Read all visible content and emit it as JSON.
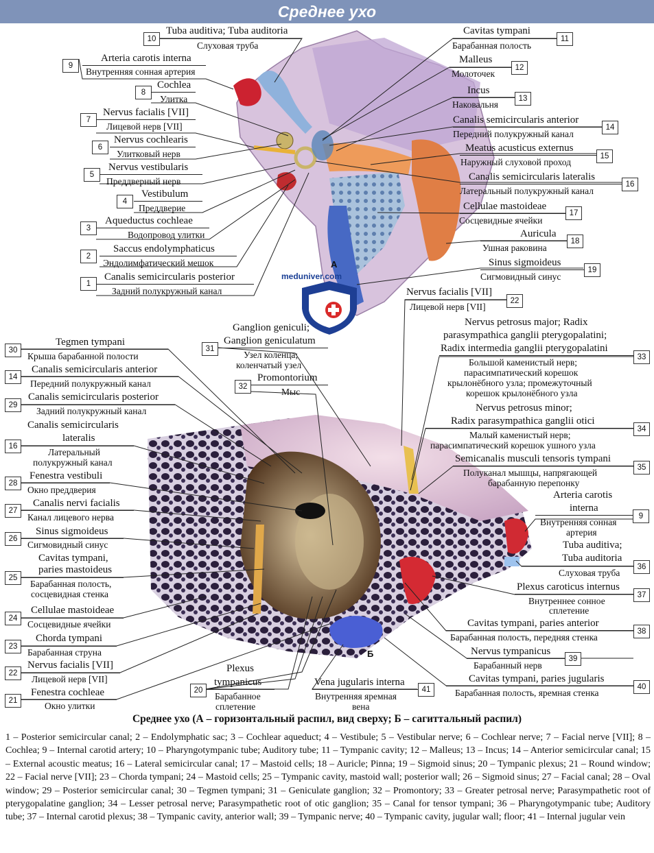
{
  "title": "Среднее ухо",
  "site": "meduniver.com",
  "view_a": "А",
  "view_b": "Б",
  "caption": "Среднее ухо (А – горизонтальный распил, вид сверху; Б – сагиттальный распил)",
  "legend": "1 – Posterior semicircular canal; 2 – Endolymphatic sac; 3 – Cochlear aqueduct; 4 – Vestibule; 5 – Vestibular nerve; 6 – Cochlear nerve; 7 – Facial nerve [VII]; 8 – Cochlea; 9 – Internal carotid artery; 10 – Pharyngotympanic tube; Auditory tube; 11 – Tympanic cavity; 12 – Malleus; 13 – Incus; 14 – Anterior semicircular canal; 15 – External acoustic meatus; 16 – Lateral semicircular canal; 17 – Mastoid cells; 18 – Auricle; Pinna; 19 – Sigmoid sinus; 20 – Tympanic plexus; 21 – Round window; 22 – Facial nerve [VII]; 23 – Chorda tympani; 24 – Mastoid cells; 25 – Tympanic cavity, mastoid wall; posterior wall; 26 – Sigmoid sinus; 27 – Facial canal; 28 – Oval window; 29 – Posterior semicircular canal; 30 – Tegmen tympani; 31 – Geniculate ganglion; 32 – Promontory; 33 – Greater petrosal nerve; Parasympathetic root of pterygopalatine ganglion; 34 – Lesser petrosal nerve; Parasympathetic root of otic ganglion; 35 – Canal for tensor tympani; 36 – Pharyngotympanic tube; Auditory tube; 37 – Internal carotid plexus; 38 – Tympanic cavity, anterior wall; 39 – Tympanic nerve; 40 – Tympanic cavity, jugular wall; floor; 41 – Internal jugular vein",
  "labels": {
    "l10": {
      "num": "10",
      "lat": "Tuba auditiva; Tuba auditoria",
      "ru": "Слуховая труба"
    },
    "l9": {
      "num": "9",
      "lat": "Arteria carotis interna",
      "ru": "Внутренняя сонная артерия"
    },
    "l8": {
      "num": "8",
      "lat": "Cochlea",
      "ru": "Улитка"
    },
    "l7": {
      "num": "7",
      "lat": "Nervus facialis [VII]",
      "ru": "Лицевой нерв [VII]"
    },
    "l6": {
      "num": "6",
      "lat": "Nervus cochlearis",
      "ru": "Улитковый нерв"
    },
    "l5": {
      "num": "5",
      "lat": "Nervus vestibularis",
      "ru": "Преддверный нерв"
    },
    "l4": {
      "num": "4",
      "lat": "Vestibulum",
      "ru": "Преддверие"
    },
    "l3": {
      "num": "3",
      "lat": "Aqueductus cochleae",
      "ru": "Водопровод улитки"
    },
    "l2": {
      "num": "2",
      "lat": "Saccus endolymphaticus",
      "ru": "Эндолимфатический мешок"
    },
    "l1": {
      "num": "1",
      "lat": "Canalis semicircularis posterior",
      "ru": "Задний полукружный канал"
    },
    "l11": {
      "num": "11",
      "lat": "Cavitas tympani",
      "ru": "Барабанная полость"
    },
    "l12": {
      "num": "12",
      "lat": "Malleus",
      "ru": "Молоточек"
    },
    "l13": {
      "num": "13",
      "lat": "Incus",
      "ru": "Наковальня"
    },
    "l14a": {
      "num": "14",
      "lat": "Canalis semicircularis anterior",
      "ru": "Передний полукружный канал"
    },
    "l15": {
      "num": "15",
      "lat": "Meatus acusticus externus",
      "ru": "Наружный слуховой проход"
    },
    "l16a": {
      "num": "16",
      "lat": "Canalis semicircularis lateralis",
      "ru": "Латеральный полукружный канал"
    },
    "l17": {
      "num": "17",
      "lat": "Cellulae mastoideae",
      "ru": "Сосцевидные ячейки"
    },
    "l18": {
      "num": "18",
      "lat": "Auricula",
      "ru": "Ушная раковина"
    },
    "l19": {
      "num": "19",
      "lat": "Sinus sigmoideus",
      "ru": "Сигмовидный синус"
    },
    "l22top": {
      "num": "22",
      "lat": "Nervus facialis [VII]",
      "ru": "Лицевой нерв [VII]"
    },
    "l31": {
      "num": "31",
      "lat1": "Ganglion geniculi;",
      "lat2": "Ganglion geniculatum",
      "ru1": "Узел коленца;",
      "ru2": "коленчатый узел"
    },
    "l32": {
      "num": "32",
      "lat": "Promontorium",
      "ru": "Мыс"
    },
    "l33": {
      "num": "33",
      "lat1": "Nervus petrosus major; Radix",
      "lat2": "parasympathica ganglii pterygopalatini;",
      "lat3": "Radix intermedia ganglii pterygopalatini",
      "ru1": "Большой каменистый нерв;",
      "ru2": "парасимпатический корешок",
      "ru3": "крылонёбного узла; промежуточный",
      "ru4": "корешок крылонёбного узла"
    },
    "l34": {
      "num": "34",
      "lat1": "Nervus petrosus minor;",
      "lat2": "Radix parasympathica ganglii otici",
      "ru1": "Малый каменистый нерв;",
      "ru2": "парасимпатический корешок ушного узла"
    },
    "l35": {
      "num": "35",
      "lat": "Semicanalis musculi tensoris tympani",
      "ru1": "Полуканал мышцы, напрягающей",
      "ru2": "барабанную перепонку"
    },
    "l9b": {
      "num": "9",
      "lat1": "Arteria carotis",
      "lat2": "interna",
      "ru1": "Внутренняя сонная",
      "ru2": "артерия"
    },
    "l36": {
      "num": "36",
      "lat1": "Tuba auditiva;",
      "lat2": "Tuba auditoria",
      "ru": "Слуховая труба"
    },
    "l37": {
      "num": "37",
      "lat": "Plexus caroticus internus",
      "ru1": "Внутреннее сонное",
      "ru2": "сплетение"
    },
    "l38": {
      "num": "38",
      "lat": "Cavitas tympani, paries anterior",
      "ru": "Барабанная полость, передняя стенка"
    },
    "l39": {
      "num": "39",
      "lat": "Nervus tympanicus",
      "ru": "Барабанный нерв"
    },
    "l40": {
      "num": "40",
      "lat": "Cavitas tympani, paries jugularis",
      "ru": "Барабанная полость, яремная стенка"
    },
    "l41": {
      "num": "41",
      "lat": "Vena jugularis interna",
      "ru1": "Внутренняя яремная",
      "ru2": "вена"
    },
    "l20": {
      "num": "20",
      "lat1": "Plexus",
      "lat2": "tympanicus",
      "ru1": "Барабанное",
      "ru2": "сплетение"
    },
    "l30": {
      "num": "30",
      "lat": "Tegmen tympani",
      "ru": "Крыша барабанной полости"
    },
    "l14b": {
      "num": "14",
      "lat": "Canalis semicircularis anterior",
      "ru": "Передний полукружный канал"
    },
    "l29": {
      "num": "29",
      "lat": "Canalis semicircularis posterior",
      "ru": "Задний полукружный канал"
    },
    "l16b": {
      "num": "16",
      "lat1": "Canalis semicircularis",
      "lat2": "lateralis",
      "ru1": "Латеральный",
      "ru2": "полукружный канал"
    },
    "l28": {
      "num": "28",
      "lat": "Fenestra vestibuli",
      "ru": "Окно преддверия"
    },
    "l27": {
      "num": "27",
      "lat": "Canalis nervi facialis",
      "ru": "Канал лицевого нерва"
    },
    "l26": {
      "num": "26",
      "lat": "Sinus sigmoideus",
      "ru": "Сигмовидный синус"
    },
    "l25": {
      "num": "25",
      "lat1": "Cavitas tympani,",
      "lat2": "paries mastoideus",
      "ru1": "Барабанная полость,",
      "ru2": "сосцевидная стенка"
    },
    "l24": {
      "num": "24",
      "lat": "Cellulae mastoideae",
      "ru": "Сосцевидные ячейки"
    },
    "l23": {
      "num": "23",
      "lat": "Chorda tympani",
      "ru": "Барабанная струна"
    },
    "l22b": {
      "num": "22",
      "lat": "Nervus facialis [VII]",
      "ru": "Лицевой нерв [VII]"
    },
    "l21": {
      "num": "21",
      "lat": "Fenestra cochleae",
      "ru": "Окно улитки"
    }
  }
}
